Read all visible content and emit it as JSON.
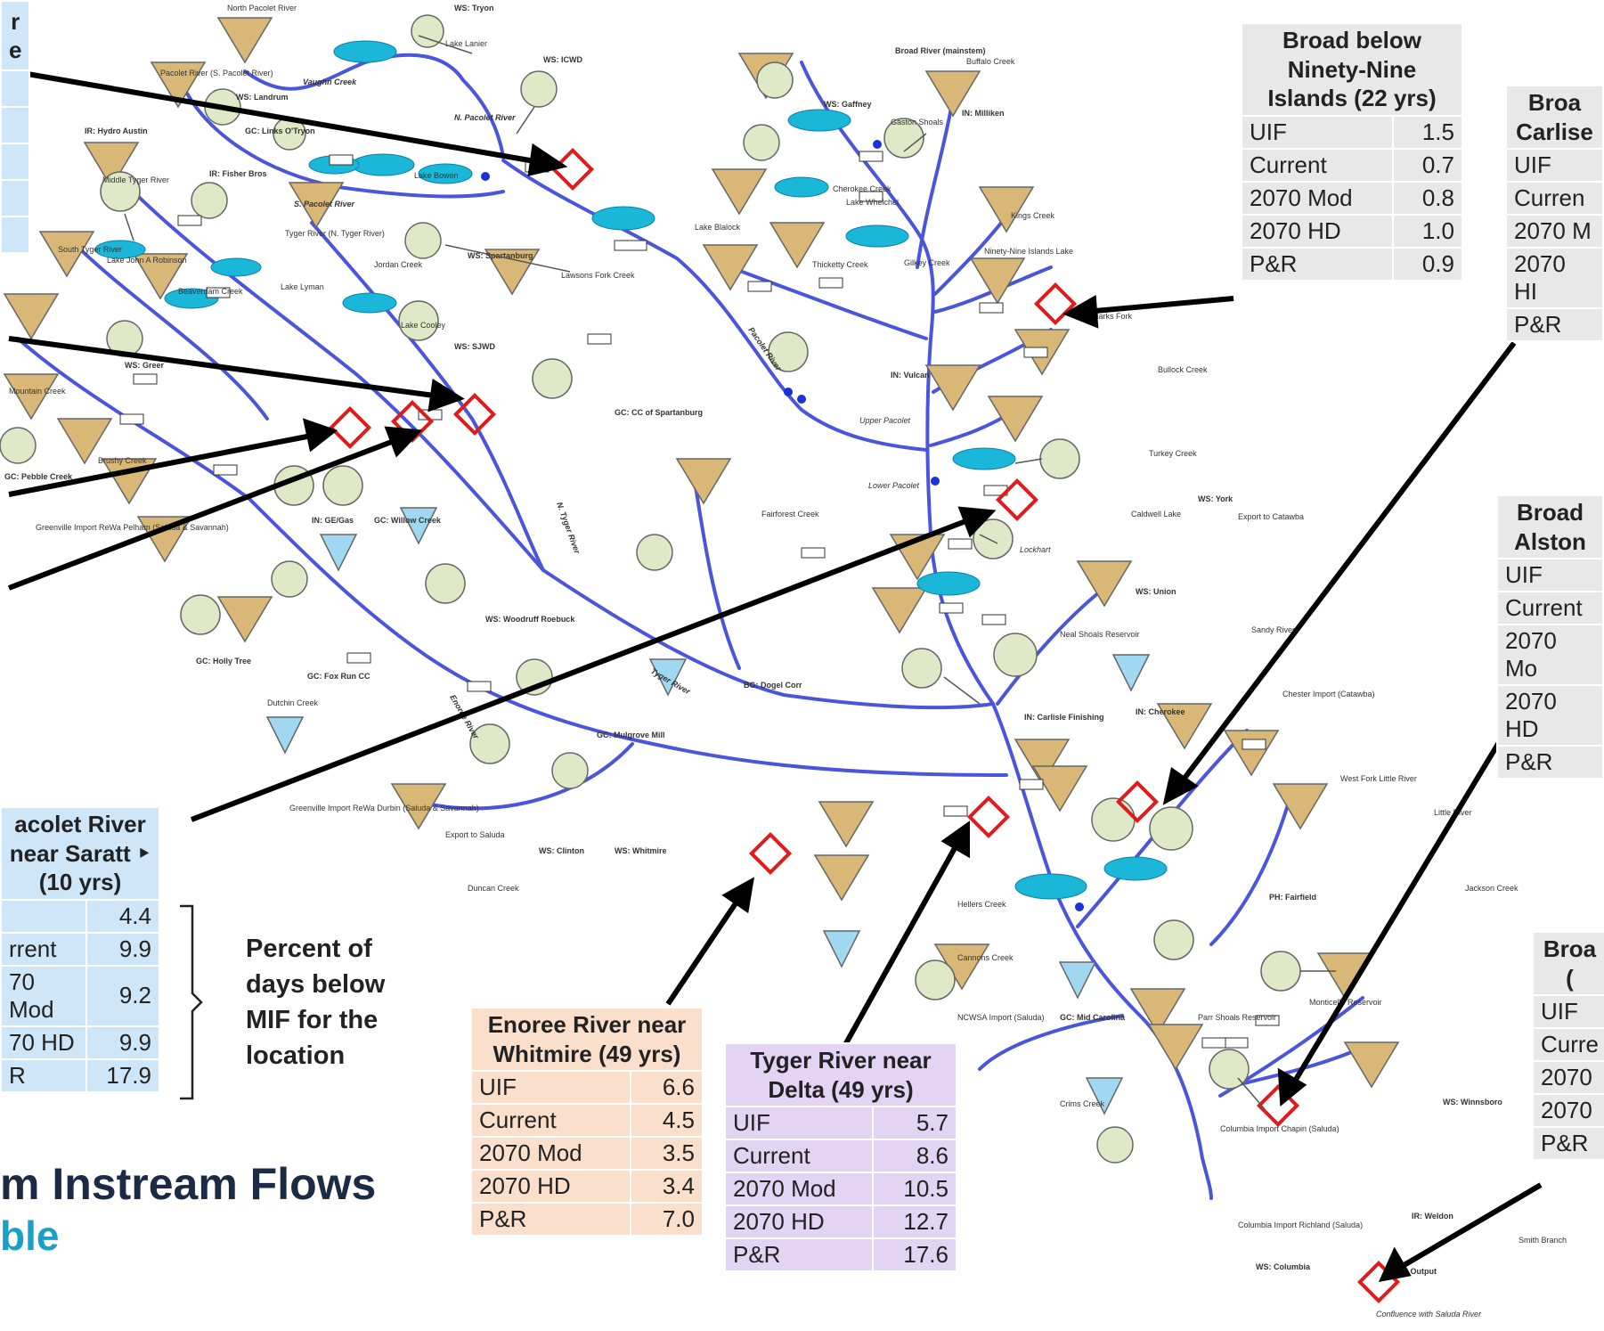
{
  "tables": [
    {
      "title": "Broad below Ninety-Nine Islands (22 yrs)",
      "rows": [
        [
          "UIF",
          "1.5"
        ],
        [
          "Current",
          "0.7"
        ],
        [
          "2070 Mod",
          "0.8"
        ],
        [
          "2070 HD",
          "1.0"
        ],
        [
          "P&R",
          "0.9"
        ]
      ]
    },
    {
      "title": "Broa Carlise",
      "rows": [
        [
          "UIF",
          ""
        ],
        [
          "Curren",
          ""
        ],
        [
          "2070 M",
          ""
        ],
        [
          "2070 HI",
          ""
        ],
        [
          "P&R",
          ""
        ]
      ]
    },
    {
      "title": "Broad Alston",
      "rows": [
        [
          "UIF",
          ""
        ],
        [
          "Current",
          ""
        ],
        [
          "2070 Mo",
          ""
        ],
        [
          "2070 HD",
          ""
        ],
        [
          "P&R",
          ""
        ]
      ]
    },
    {
      "title": "Broa (",
      "rows": [
        [
          "UIF",
          ""
        ],
        [
          "Curre",
          ""
        ],
        [
          "2070",
          ""
        ],
        [
          "2070",
          ""
        ],
        [
          "P&R",
          ""
        ]
      ]
    },
    {
      "title": "acolet River near Saratt ‣ (10 yrs)",
      "rows": [
        [
          "",
          "4.4"
        ],
        [
          "rrent",
          "9.9"
        ],
        [
          "70 Mod",
          "9.2"
        ],
        [
          "70 HD",
          "9.9"
        ],
        [
          "R",
          "17.9"
        ]
      ]
    },
    {
      "title": "Enoree River near Whitmire (49 yrs)",
      "rows": [
        [
          "UIF",
          "6.6"
        ],
        [
          "Current",
          "4.5"
        ],
        [
          "2070 Mod",
          "3.5"
        ],
        [
          "2070 HD",
          "3.4"
        ],
        [
          "P&R",
          "7.0"
        ]
      ]
    },
    {
      "title": "Tyger River near Delta (49 yrs)",
      "rows": [
        [
          "UIF",
          "5.7"
        ],
        [
          "Current",
          "8.6"
        ],
        [
          "2070 Mod",
          "10.5"
        ],
        [
          "2070 HD",
          "12.7"
        ],
        [
          "P&R",
          "17.6"
        ]
      ]
    },
    {
      "title": "r e",
      "rows": []
    }
  ],
  "note": {
    "lines": [
      "Percent of",
      "days below",
      "MIF for the",
      "location"
    ]
  },
  "slide_title": "m Instream Flows",
  "slide_subtitle": "ble",
  "map_labels": {
    "north_pacolet": "North Pacolet River",
    "vaughn_creek": "Vaughn Creek",
    "lake_lanier": "Lake Lanier",
    "ws_tryon": "WS: Tryon",
    "n_pacolet_river": "N. Pacolet River",
    "ws_icwd": "WS: ICWD",
    "broad_mainstem": "Broad River (mainstem)",
    "buffalo_creek": "Buffalo Creek",
    "ws_gaffney": "WS: Gaffney",
    "in_milliken": "IN: Milliken",
    "gaston_shoals": "Gaston Shoals",
    "cherokee_creek": "Cherokee Creek",
    "lake_whelchel": "Lake Whelchel",
    "kings_creek": "Kings Creek",
    "ninety_nine": "Ninety-Nine Islands Lake",
    "pacolet_river_s": "Pacolet River (S. Pacolet River)",
    "ws_landrum": "WS: Landrum",
    "gc_links": "GC: Links O'Tryon",
    "ir_hydro": "IR: Hydro Austin",
    "middle_tyger": "Middle Tyger River",
    "ir_fisher": "IR: Fisher Bros",
    "s_pacolet_river": "S. Pacolet River",
    "lake_bowen": "Lake Bowen",
    "ws_spartanburg": "WS: Spartanburg",
    "lake_blalock": "Lake Blalock",
    "lawsons_fork": "Lawsons Fork Creek",
    "pacolet_river": "Pacolet River",
    "thicketty_creek": "Thicketty Creek",
    "gilkey_creek": "Gilkey Creek",
    "clarks_fork": "Clarks Fork",
    "bullock_creek": "Bullock Creek",
    "turkey_creek": "Turkey Creek",
    "south_tyger": "South Tyger River",
    "lake_john_a": "Lake John A Robinson",
    "beaverdam_creek": "Beaverdam Creek",
    "lake_lyman": "Lake Lyman",
    "tyger_river_n": "Tyger River (N. Tyger River)",
    "jordan_creek": "Jordan Creek",
    "lake_cooley": "Lake Cooley",
    "ws_sjwd": "WS: SJWD",
    "in_vulcan": "IN: Vulcan",
    "upper_pacolet": "Upper Pacolet",
    "lower_pacolet": "Lower Pacolet",
    "ws_york": "WS: York",
    "export_catawba": "Export to Catawba",
    "lockhart": "Lockhart",
    "caldwell_lake": "Caldwell Lake",
    "ws_union": "WS: Union",
    "ws_greer": "WS: Greer",
    "mountain_creek": "Mountain Creek",
    "gc_pebble": "GC: Pebble Creek",
    "brushy_creek": "Brushy Creek",
    "greenville_import": "Greenville Import ReWa Pelham (Saluda & Savannah)",
    "in_ge_gas": "IN: GE/Gas",
    "gc_willow": "GC: Willow Creek",
    "gc_holly": "GC: Holly Tree",
    "gc_fox": "GC: Fox Run CC",
    "dutchin_creek": "Dutchin Creek",
    "gc_cc_spartanburg": "GC: CC of Spartanburg",
    "n_tyger_river": "N. Tyger River",
    "fairforest_creek": "Fairforest Creek",
    "ws_woodruff": "WS: Woodruff Roebuck",
    "enoree_river": "Enoree River",
    "tyger_river": "Tyger River",
    "bg_dogel": "BG: Dogel Corr",
    "neal_shoals": "Neal Shoals Reservoir",
    "in_cherokee": "IN: Cherokee",
    "in_carlisle": "IN: Carlisle Finishing",
    "sandy_river": "Sandy River",
    "chester_import": "Chester Import (Catawba)",
    "west_fork": "West Fork Little River",
    "little_river": "Little River",
    "gc_mulgrove": "GC: Mulgrove Mill",
    "ws_clinton": "WS: Clinton",
    "ws_whitmire": "WS: Whitmire",
    "export_saluda": "Export to Saluda",
    "duncan_creek": "Duncan Creek",
    "greenville_import_durbin": "Greenville Import ReWa Durbin (Saluda & Savannah)",
    "pp_fairfield": "PH: Fairfield",
    "jackson_creek": "Jackson Creek",
    "heller_creek": "Hellers Creek",
    "cannons_creek": "Cannons Creek",
    "ncwsa": "NCWSA Import (Saluda)",
    "gc_mid_carolina": "GC: Mid Carolina",
    "parr_shoals": "Parr Shoals Reservoir",
    "monticello": "Monticello Reservoir",
    "crims_creek": "Crims Creek",
    "columbia_chapin": "Columbia Import Chapin (Saluda)",
    "ws_winnsboro": "WS: Winnsboro",
    "columbia_richland": "Columbia Import Richland (Saluda)",
    "ws_columbia": "WS: Columbia",
    "broad_output": "Broad Output",
    "confluence": "Confluence with Saluda River",
    "smith_branch": "Smith Branch",
    "ir_weldon": "IR: Weldon"
  }
}
